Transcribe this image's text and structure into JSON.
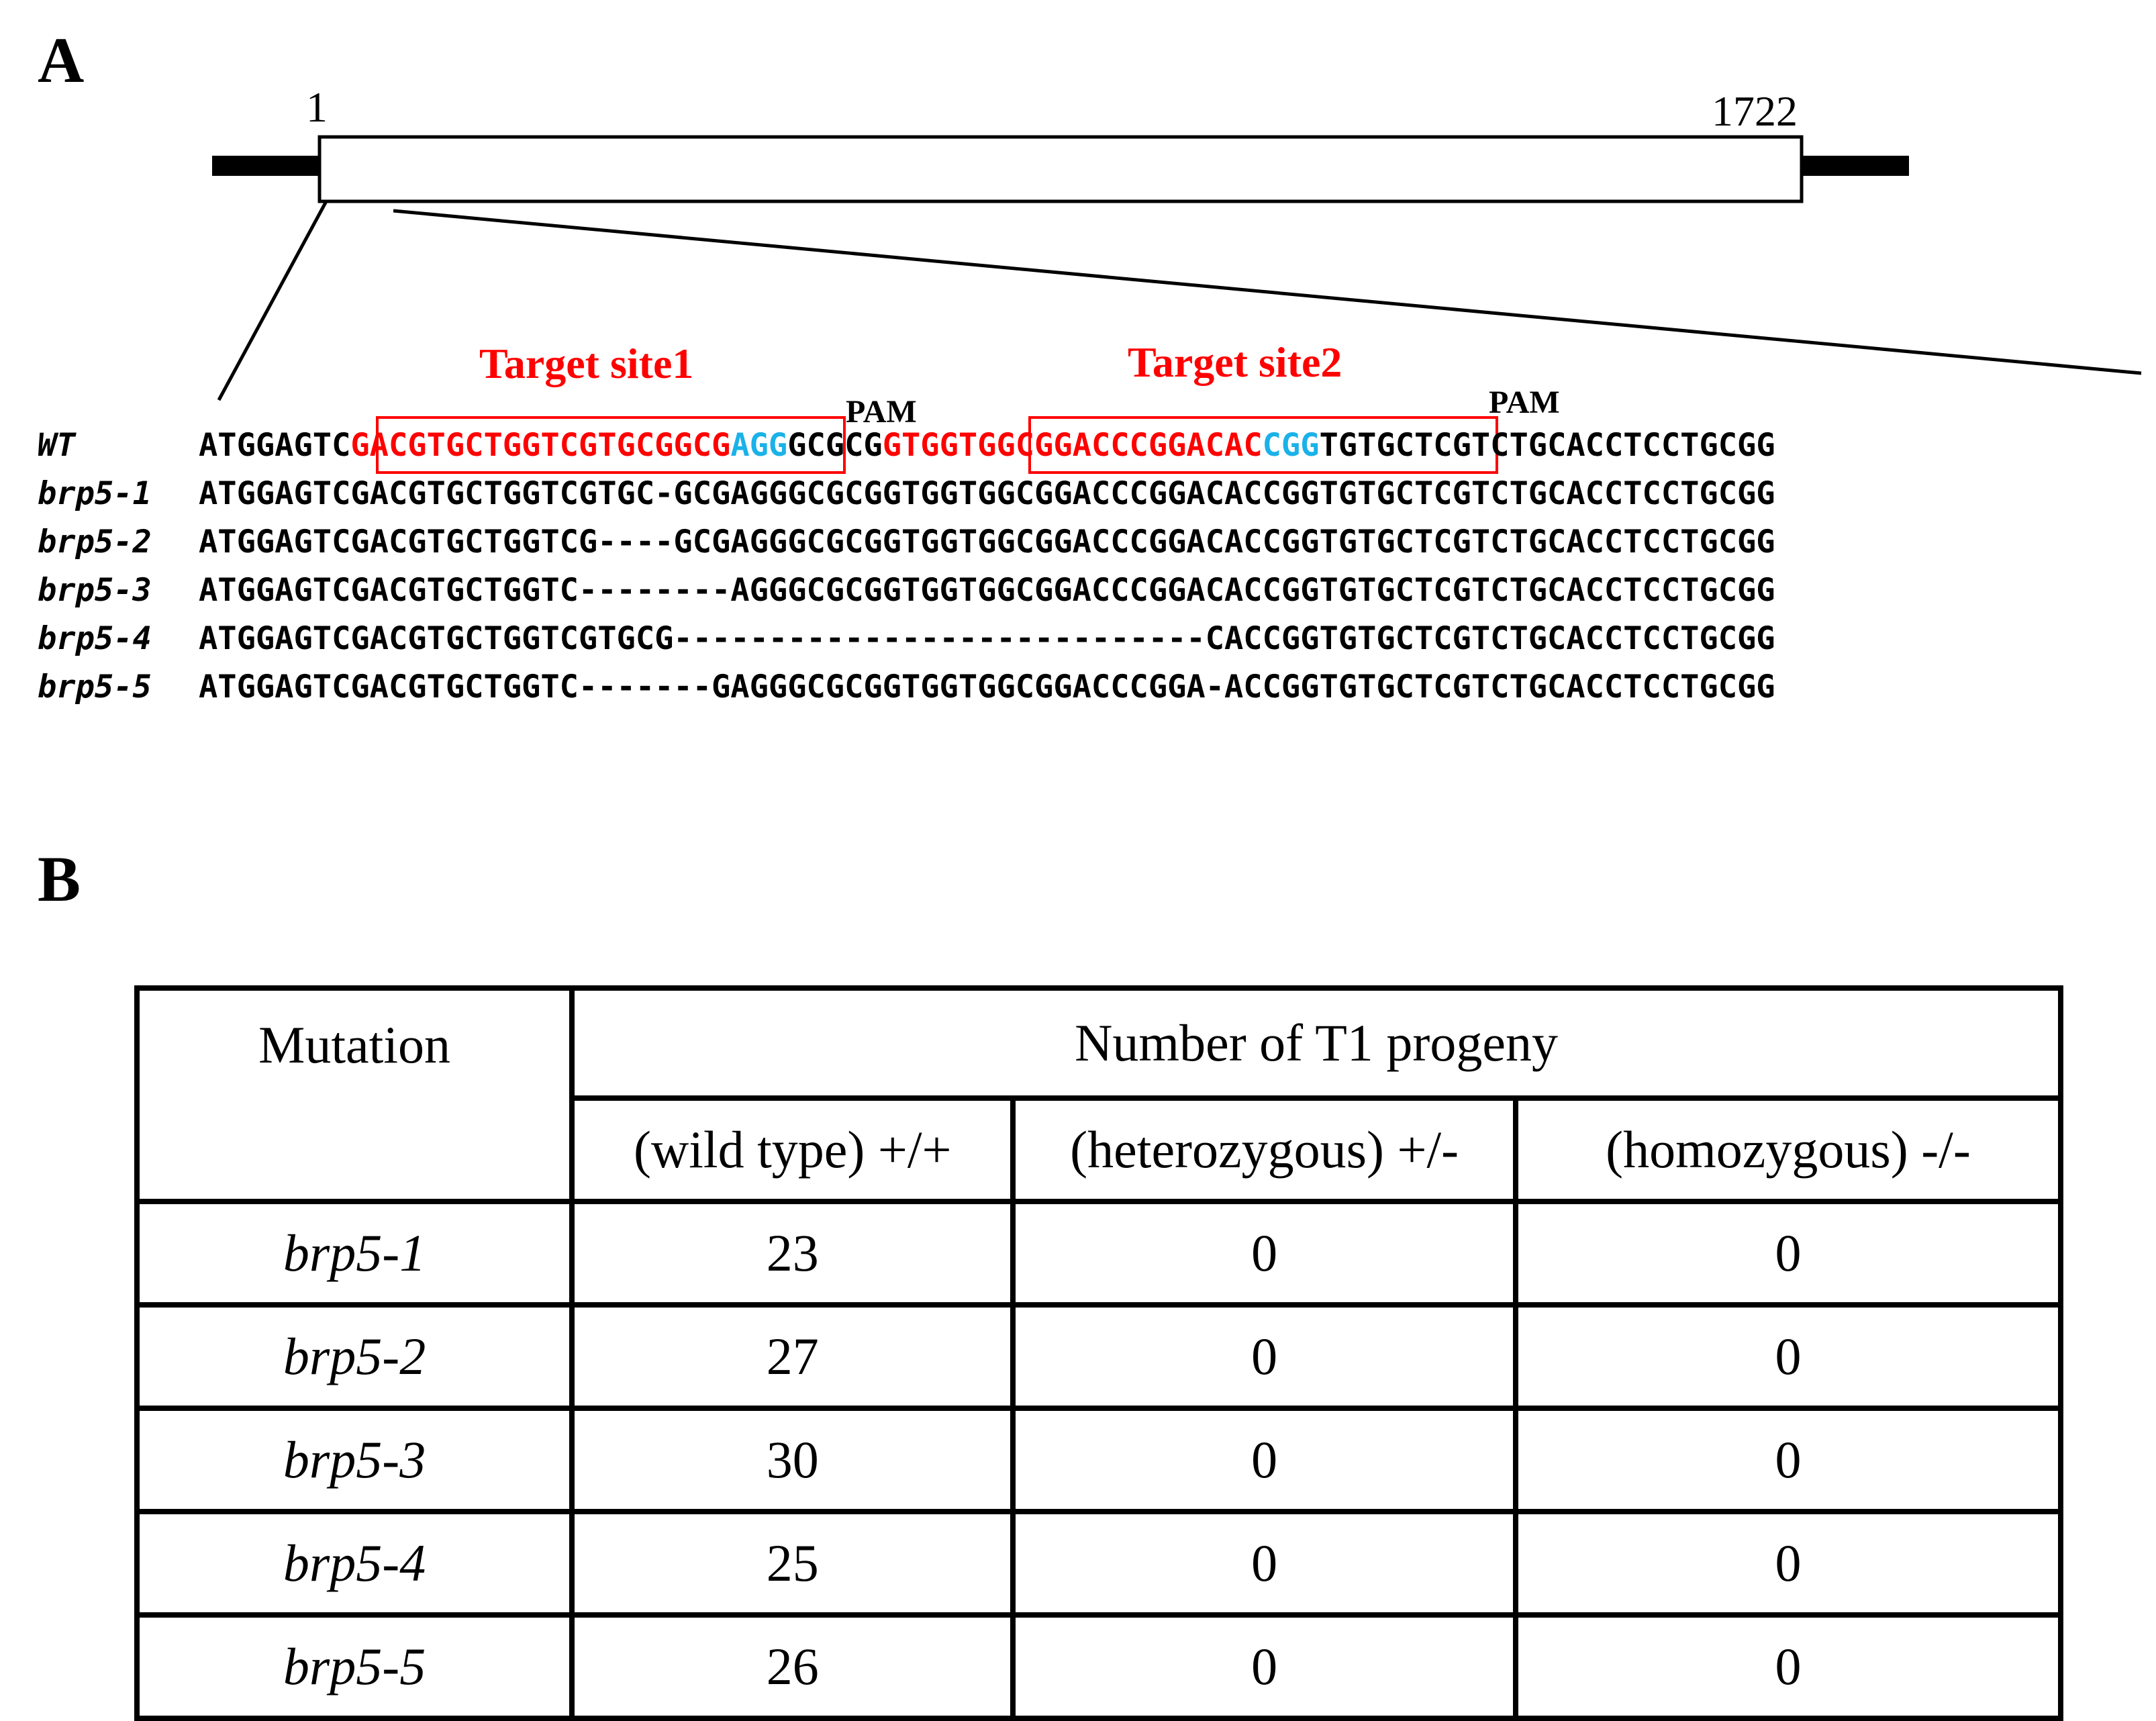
{
  "panel_a": {
    "label": "A",
    "gene": {
      "start_label": "1",
      "end_label": "1722"
    },
    "target1_label": "Target site1",
    "target2_label": "Target site2",
    "pam1_label": "PAM",
    "pam2_label": "PAM",
    "alignment": [
      {
        "name": "WT",
        "prefix": "ATGGAGTC",
        "target1": "GACGTGCTGGTCGTGCGGCG",
        "pam1": "AGG",
        "middle": "GCGCG",
        "target2": "GTGGTGGCGGACCCGGACAC",
        "pam2": "CGG",
        "suffix": "TGTGCTCGTCTGCACCTCCTGCGG"
      },
      {
        "name": "brp5-1",
        "sequence": "ATGGAGTCGACGTGCTGGTCGTGC-GCGAGGGCGCGGTGGTGGCGGACCCGGACACCGGTGTGCTCGTCTGCACCTCCTGCGG"
      },
      {
        "name": "brp5-2",
        "sequence": "ATGGAGTCGACGTGCTGGTCG----GCGAGGGCGCGGTGGTGGCGGACCCGGACACCGGTGTGCTCGTCTGCACCTCCTGCGG"
      },
      {
        "name": "brp5-3",
        "sequence": "ATGGAGTCGACGTGCTGGTC--------AGGGCGCGGTGGTGGCGGACCCGGACACCGGTGTGCTCGTCTGCACCTCCTGCGG"
      },
      {
        "name": "brp5-4",
        "sequence": "ATGGAGTCGACGTGCTGGTCGTGCG----------------------------CACCGGTGTGCTCGTCTGCACCTCCTGCGG"
      },
      {
        "name": "brp5-5",
        "sequence": "ATGGAGTCGACGTGCTGGTC-------GAGGGCGCGGTGGTGGCGGACCCGGA-ACCGGTGTGCTCGTCTGCACCTCCTGCGG"
      }
    ],
    "colors": {
      "target": "#ff0000",
      "pam": "#1ab2e8"
    }
  },
  "panel_b": {
    "label": "B",
    "table": {
      "mutation_header": "Mutation",
      "group_header": "Number of T1 progeny",
      "columns": [
        "(wild type) +/+",
        "(heterozygous) +/-",
        "(homozygous) -/-"
      ],
      "rows": [
        {
          "mutation": "brp5-1",
          "values": [
            "23",
            "0",
            "0"
          ]
        },
        {
          "mutation": "brp5-2",
          "values": [
            "27",
            "0",
            "0"
          ]
        },
        {
          "mutation": "brp5-3",
          "values": [
            "30",
            "0",
            "0"
          ]
        },
        {
          "mutation": "brp5-4",
          "values": [
            "25",
            "0",
            "0"
          ]
        },
        {
          "mutation": "brp5-5",
          "values": [
            "26",
            "0",
            "0"
          ]
        }
      ]
    }
  }
}
